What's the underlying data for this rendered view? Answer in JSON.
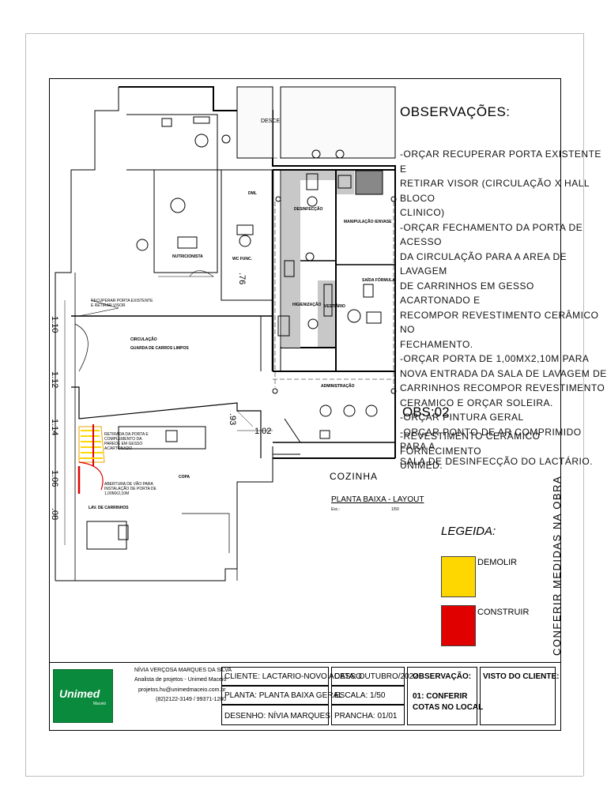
{
  "observations": {
    "title": "OBSERVAÇÕES:",
    "lines": [
      "-ORÇAR RECUPERAR PORTA EXISTENTE E",
      "RETIRAR VISOR (CIRCULAÇÃO X HALL BLOCO",
      "CLINICO)",
      "-ORÇAR FECHAMENTO DA PORTA DE ACESSO",
      "DA CIRCULAÇÃO PARA A AREA DE LAVAGEM",
      "DE CARRINHOS EM GESSO ACARTONADO E",
      "RECOMPOR REVESTIMENTO CERÂMICO NO",
      "FECHAMENTO.",
      "-ORÇAR PORTA DE 1,00MX2,10M PARA",
      "NOVA ENTRADA DA SALA DE LAVAGEM DE",
      "CARRINHOS RECOMPOR   REVESTIMENTO",
      "CERAMICO E ORÇAR SOLEIRA.",
      "-ORÇAR PINTURA GERAL",
      "-ORÇAR PONTO DE AR COMPRIMIDO PARA A",
      "SALA DE DESINFECÇÃO DO LACTÁRIO."
    ]
  },
  "obs02": {
    "title": "OBS:02",
    "lines": [
      "-REVESTIMENTO CERÂMICO FORNECIMENTO",
      "UNIMED."
    ]
  },
  "legend": {
    "title": "LEGEIDA:",
    "items": [
      {
        "label": "DEMOLIR",
        "color": "#FFD700"
      },
      {
        "label": "CONSTRUIR",
        "color": "#E00000"
      }
    ]
  },
  "vertical_note": "CONFERIR MEDIDAS NA OBRA",
  "plan": {
    "rooms": {
      "desce": "DESCE",
      "nutricionista": "NUTRICIONISTA",
      "wc": "WC FUNC.",
      "dml": "DML",
      "circulacao": "CIRCULAÇÃO",
      "guarda": "GUARDA DE CARROS LIMPOS",
      "desinfeccao": "DESINFECÇÃO",
      "manipulacao": "MANIPULAÇÃO /ENVASE",
      "saida": "SAÍDA FÓRMULA",
      "higienizacao": "HIGIENIZAÇÃO",
      "vestiario": "VESTIÁRIO",
      "administracao": "ADMINISTRAÇÃO",
      "copa": "COPA",
      "lav": "LAV. DE CARRINHOS",
      "cozinha": "COZINHA"
    },
    "notes": {
      "recuperar": "RECUPERAR PORTA EXISTENTE E RETIRAR VISOR",
      "retirada": "RETIRADA DA PORTA E COMPLEMENTO DA PAREDE EM GESSO ACARTONADO",
      "abertura": "ABERTURA DE VÃO PARA INSTALAÇÃO DE PORTA DE 1,00MX2,10M"
    },
    "dims": {
      "d1": "1.10",
      "d2": "1.12",
      "d3": "1.14",
      "d4": "1.06",
      "d5": ".08",
      "d6": "1.02",
      "d7": ".93",
      "d8": ".76"
    },
    "sheet_title": "PLANTA BAIXA - LAYOUT",
    "scale_left": "Esc.:",
    "scale_right": "1/50"
  },
  "titleblock": {
    "logo": "Unimed",
    "logo_sub": "Maceió",
    "author": "NÍVIA VERÇOSA MARQUES DA SILVA",
    "role": "Analista de projetos - Unimed Maceió",
    "email": "projetos.hu@unimedmaceio.com.br",
    "phone": "(82)2122-3149 / 99371-1280",
    "cliente": "CLIENTE: LACTARIO-NOVO ACESSO",
    "planta": "PLANTA: PLANTA BAIXA GERAL",
    "desenho": "DESENHO: NÍVIA MARQUES",
    "data": "DATA: OUTUBRO/2022",
    "escala": "ESCALA: 1/50",
    "prancha": "PRANCHA: 01/01",
    "observacao_label": "OBSERVAÇÃO:",
    "observacao_text1": "01: CONFERIR",
    "observacao_text2": "COTAS NO LOCAL",
    "visto": "VISTO DO CLIENTE:"
  }
}
